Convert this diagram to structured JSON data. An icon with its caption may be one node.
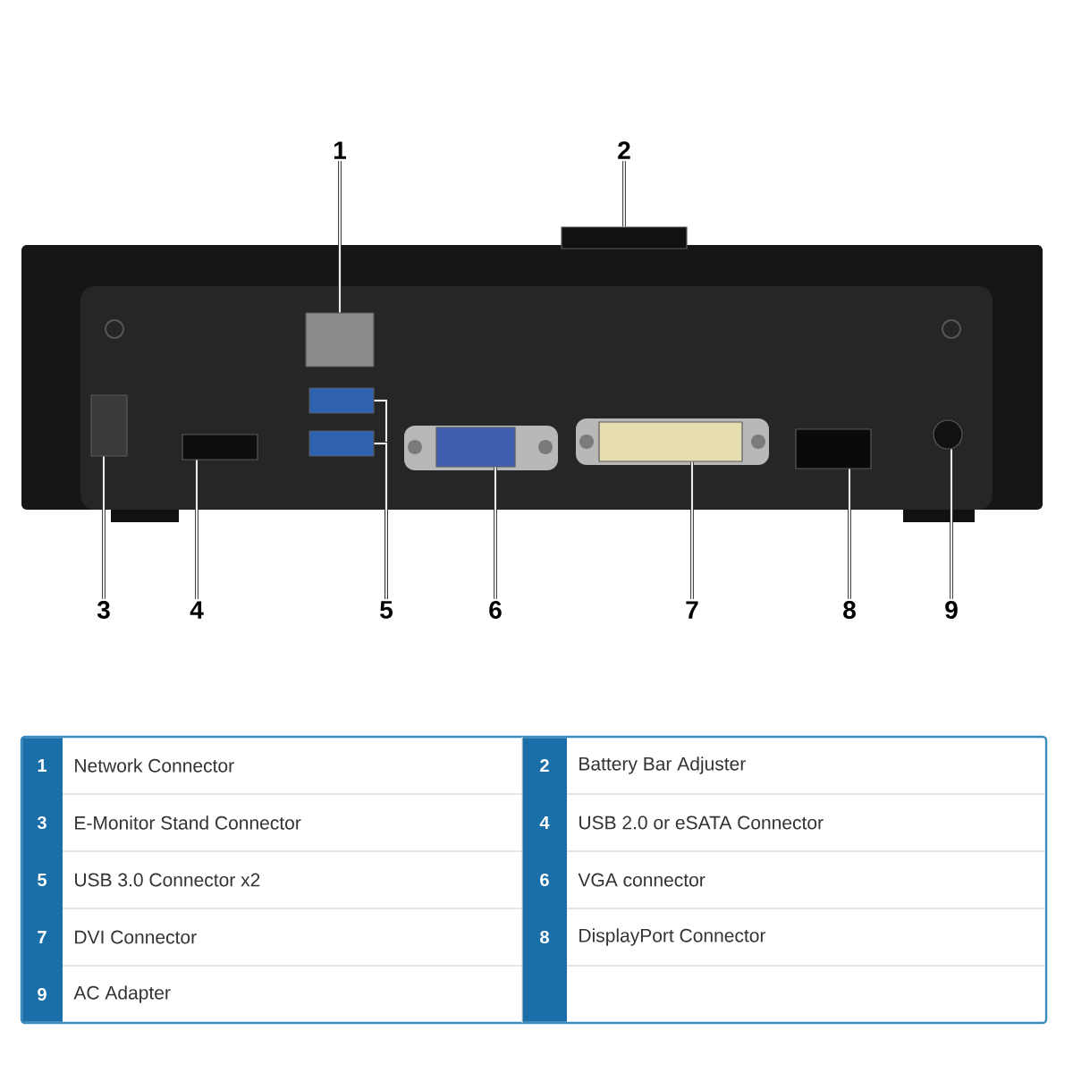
{
  "diagram": {
    "nodes": [
      {
        "text": [
          "1"
        ]
      },
      {
        "text": [
          "2"
        ]
      },
      {
        "text": [
          "3"
        ]
      },
      {
        "text": [
          "4"
        ]
      },
      {
        "text": [
          "5"
        ]
      },
      {
        "text": [
          "6"
        ]
      },
      {
        "text": [
          "7"
        ]
      },
      {
        "text": [
          "8"
        ]
      },
      {
        "text": [
          "9"
        ]
      },
      {
        "text": [],
        "shape": "box"
      },
      {
        "text": [],
        "shape": "box"
      },
      {
        "text": [],
        "shape": "box"
      },
      {
        "text": [],
        "shape": "box"
      },
      {
        "text": [],
        "shape": "box"
      },
      {
        "text": [],
        "shape": "box"
      },
      {
        "text": [],
        "shape": "box"
      },
      {
        "text": [],
        "shape": "box"
      },
      {
        "text": [],
        "shape": "box"
      },
      {
        "text": [],
        "shape": "circle"
      }
    ],
    "edges": [
      {
        "from": 0,
        "to": 9,
        "arrow": "none"
      },
      {
        "from": 1,
        "to": 10,
        "arrow": "none"
      },
      {
        "from": 2,
        "to": 11,
        "arrow": "none"
      },
      {
        "from": 3,
        "to": 12,
        "arrow": "none"
      },
      {
        "from": 4,
        "to": 13,
        "arrow": "none"
      },
      {
        "from": 4,
        "to": 14,
        "arrow": "none"
      },
      {
        "from": 5,
        "to": 15,
        "arrow": "none"
      },
      {
        "from": 6,
        "to": 16,
        "arrow": "none"
      },
      {
        "from": 7,
        "to": 17,
        "arrow": "none"
      },
      {
        "from": 8,
        "to": 18,
        "arrow": "none"
      }
    ],
    "labels": [
      "1",
      "Network Connector",
      "2",
      "Battery Bar Adjuster",
      "3",
      "E-Monitor Stand Connector",
      "4",
      "USB 2.0 or eSATA Connector",
      "5",
      "USB 3.0 Connector x2",
      "6",
      "VGA connector",
      "7",
      "DVI Connector",
      "8",
      "DisplayPort Connector",
      "9",
      "AC Adapter"
    ]
  }
}
